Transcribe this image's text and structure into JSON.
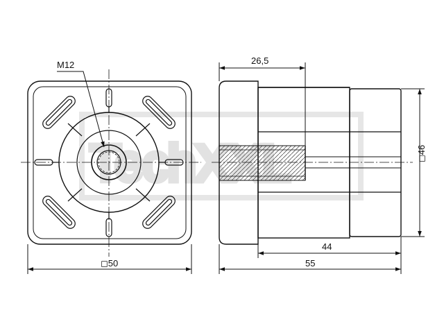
{
  "front_view": {
    "thread_label": "M12",
    "width_label": "◻50"
  },
  "side_view": {
    "insert_length_label": "26,5",
    "body_length_label": "44",
    "total_length_label": "55",
    "height_label": "◻46"
  },
  "watermark": {
    "text": "TechXXL"
  },
  "colors": {
    "line": "#111111",
    "watermark": "#e2e2e2"
  }
}
